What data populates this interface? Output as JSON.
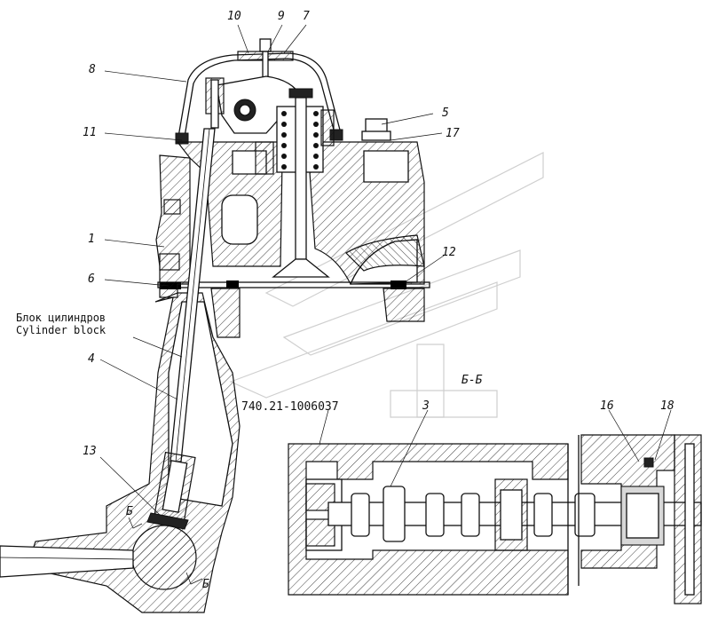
{
  "callouts": {
    "c1": "1",
    "c3": "3",
    "c4": "4",
    "c5": "5",
    "c6": "6",
    "c7": "7",
    "c8": "8",
    "c9": "9",
    "c10": "10",
    "c11": "11",
    "c12": "12",
    "c13": "13",
    "c16": "16",
    "c17": "17",
    "c18": "18"
  },
  "labels": {
    "block_ru": "Блок цилиндров",
    "block_en": "Cylinder block",
    "part_number": "740.21-1006037",
    "section_title": "Б-Б",
    "section_mark_top": "Б",
    "section_mark_bottom": "Б"
  }
}
